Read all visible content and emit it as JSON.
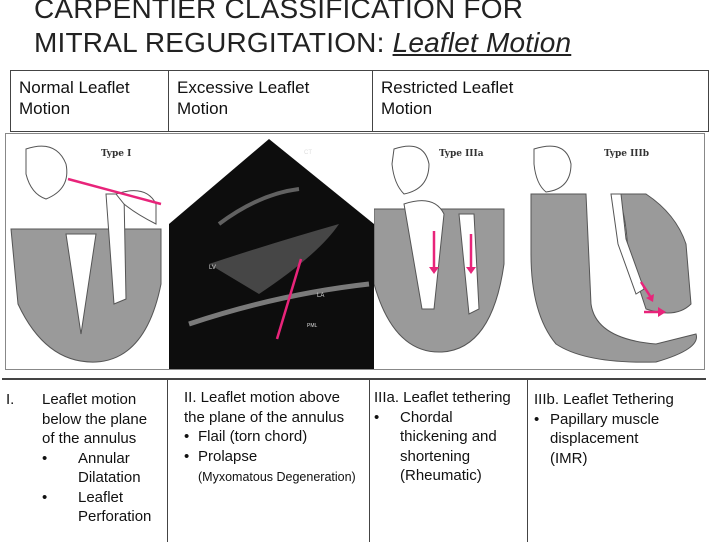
{
  "slide": {
    "title_line1": "CARPENTIER CLASSIFICATION FOR",
    "title_line2_prefix": "MITRAL REGURGITATION: ",
    "title_line2_emph": "Leaflet Motion"
  },
  "header_table": [
    {
      "line1": "Normal Leaflet",
      "line2": "Motion"
    },
    {
      "line1": "Excessive Leaflet",
      "line2": "Motion"
    },
    {
      "line1": "Restricted Leaflet",
      "line2": "Motion"
    }
  ],
  "figures": {
    "panel1_label": "Type I",
    "echo_label_la": "LA",
    "echo_label_lv": "LV",
    "echo_label_top": "CT",
    "echo_label_pml": "PML",
    "panel3_label": "Type IIIa",
    "panel4_label": "Type IIIb"
  },
  "bottom_table": {
    "col1": {
      "numeral": "I.",
      "desc": [
        "Leaflet motion",
        "below the plane",
        "of the annulus"
      ],
      "bullets": [
        {
          "mark": "•",
          "lines": [
            "Annular",
            "Dilatation"
          ]
        },
        {
          "mark": "•",
          "lines": [
            "Leaflet",
            "Perforation"
          ]
        }
      ]
    },
    "col2": {
      "desc": [
        "II. Leaflet motion above",
        "the plane of the annulus"
      ],
      "bullets": [
        {
          "mark": "•",
          "text": "Flail (torn chord)"
        },
        {
          "mark": "•",
          "text": "Prolapse"
        }
      ],
      "note": "(Myxomatous Degeneration)"
    },
    "col3": {
      "heading": "IIIa. Leaflet tethering",
      "mark": "•",
      "lines": [
        "Chordal",
        "thickening and",
        "shortening",
        "(Rheumatic)"
      ]
    },
    "col4": {
      "heading": "IIIb. Leaflet Tethering",
      "mark": "•",
      "lines": [
        "Papillary muscle",
        "displacement",
        "(IMR)"
      ]
    }
  },
  "colors": {
    "arrow": "#e8247a",
    "tissue": "#9a9a9a",
    "echo_bg": "#0d0d0d"
  }
}
